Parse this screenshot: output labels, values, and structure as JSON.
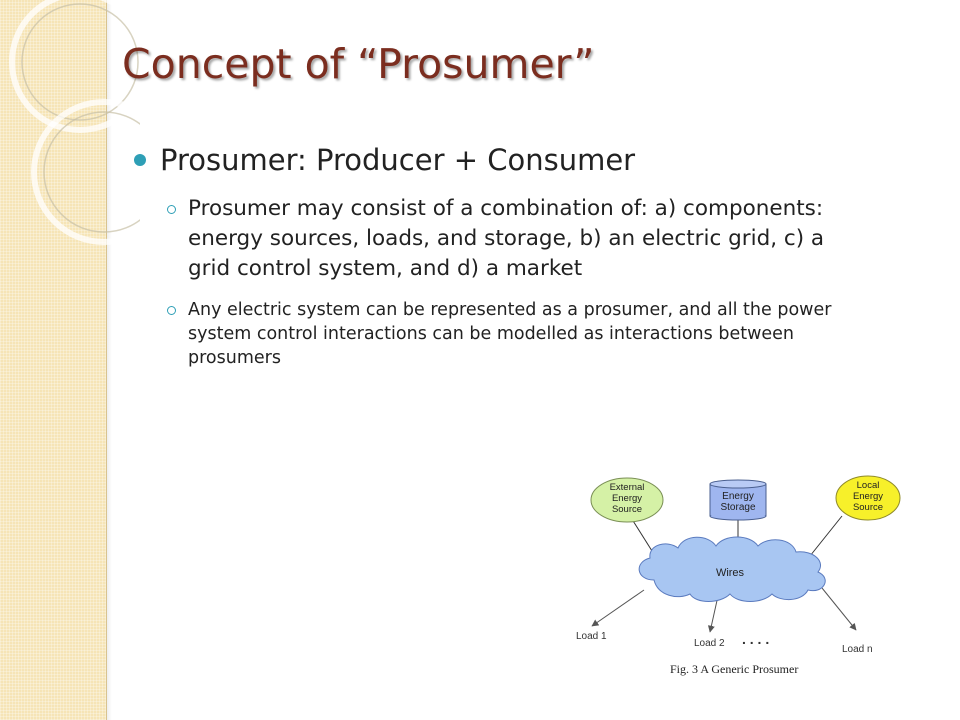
{
  "slide": {
    "title": "Concept of “Prosumer”",
    "bullet_main": "Prosumer: Producer + Consumer",
    "sub_bullets": [
      "Prosumer may consist of a combination of: a) components: energy sources, loads, and storage, b) an electric grid, c) a grid control system, and d) a market",
      "Any electric system can be represented as a prosumer, and all the power system control interactions can be modelled as interactions between prosumers"
    ]
  },
  "diagram": {
    "external_source": [
      "External",
      "Energy",
      "Source"
    ],
    "storage": [
      "Energy",
      "Storage"
    ],
    "local_source": [
      "Local",
      "Energy",
      "Source"
    ],
    "wires": "Wires",
    "load_1": "Load 1",
    "load_2": "Load 2",
    "dots": ". . . .",
    "load_n": "Load n",
    "caption": "Fig.  3  A Generic Prosumer",
    "colors": {
      "green": "#d5f1a6",
      "yellow": "#f7f02a",
      "blue": "#9fb6ef",
      "cloud": "#a8c6f2"
    }
  }
}
